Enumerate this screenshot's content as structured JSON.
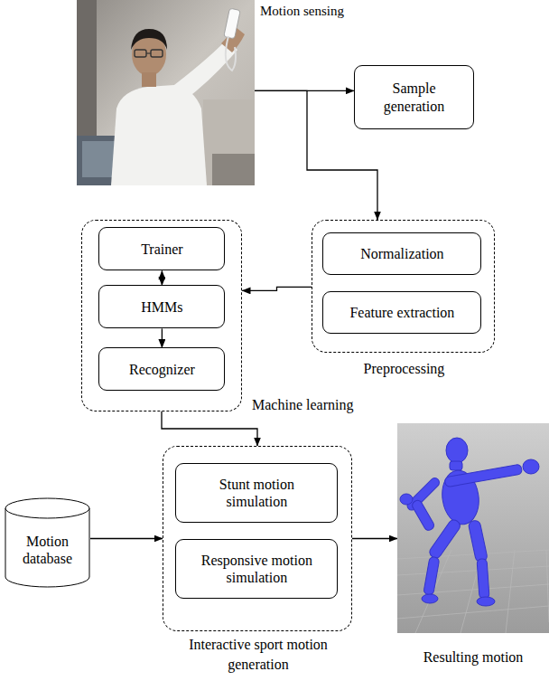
{
  "diagram": {
    "nodes": [
      {
        "text": [
          "Motion sensing"
        ]
      },
      {
        "text": [
          "Sample generation"
        ]
      },
      {
        "text": [
          "Machine learning"
        ]
      },
      {
        "text": [
          "Trainer"
        ],
        "in": 2
      },
      {
        "text": [
          "HMMs"
        ],
        "in": 2
      },
      {
        "text": [
          "Recognizer"
        ],
        "in": 2
      },
      {
        "text": [
          "Preprocessing"
        ]
      },
      {
        "text": [
          "Normalization"
        ],
        "in": 6
      },
      {
        "text": [
          "Feature extraction"
        ],
        "in": 6
      },
      {
        "text": [
          "Motion database"
        ]
      },
      {
        "text": [
          "Interactive sport motion generation"
        ]
      },
      {
        "text": [
          "Stunt motion simulation"
        ],
        "in": 10
      },
      {
        "text": [
          "Responsive motion simulation"
        ],
        "in": 10
      },
      {
        "text": [
          "Resulting motion"
        ]
      }
    ],
    "edges": [
      {
        "from": 0,
        "to": 1,
        "arrow": "to"
      },
      {
        "from": 0,
        "to": 6,
        "arrow": "to"
      },
      {
        "from": 6,
        "to": 2,
        "arrow": "to"
      },
      {
        "from": 3,
        "to": 4,
        "arrow": "both"
      },
      {
        "from": 4,
        "to": 5,
        "arrow": "to"
      },
      {
        "from": 2,
        "to": 10,
        "arrow": "to"
      },
      {
        "from": 9,
        "to": 10,
        "arrow": "to"
      },
      {
        "from": 10,
        "to": 13,
        "arrow": "to"
      }
    ]
  }
}
